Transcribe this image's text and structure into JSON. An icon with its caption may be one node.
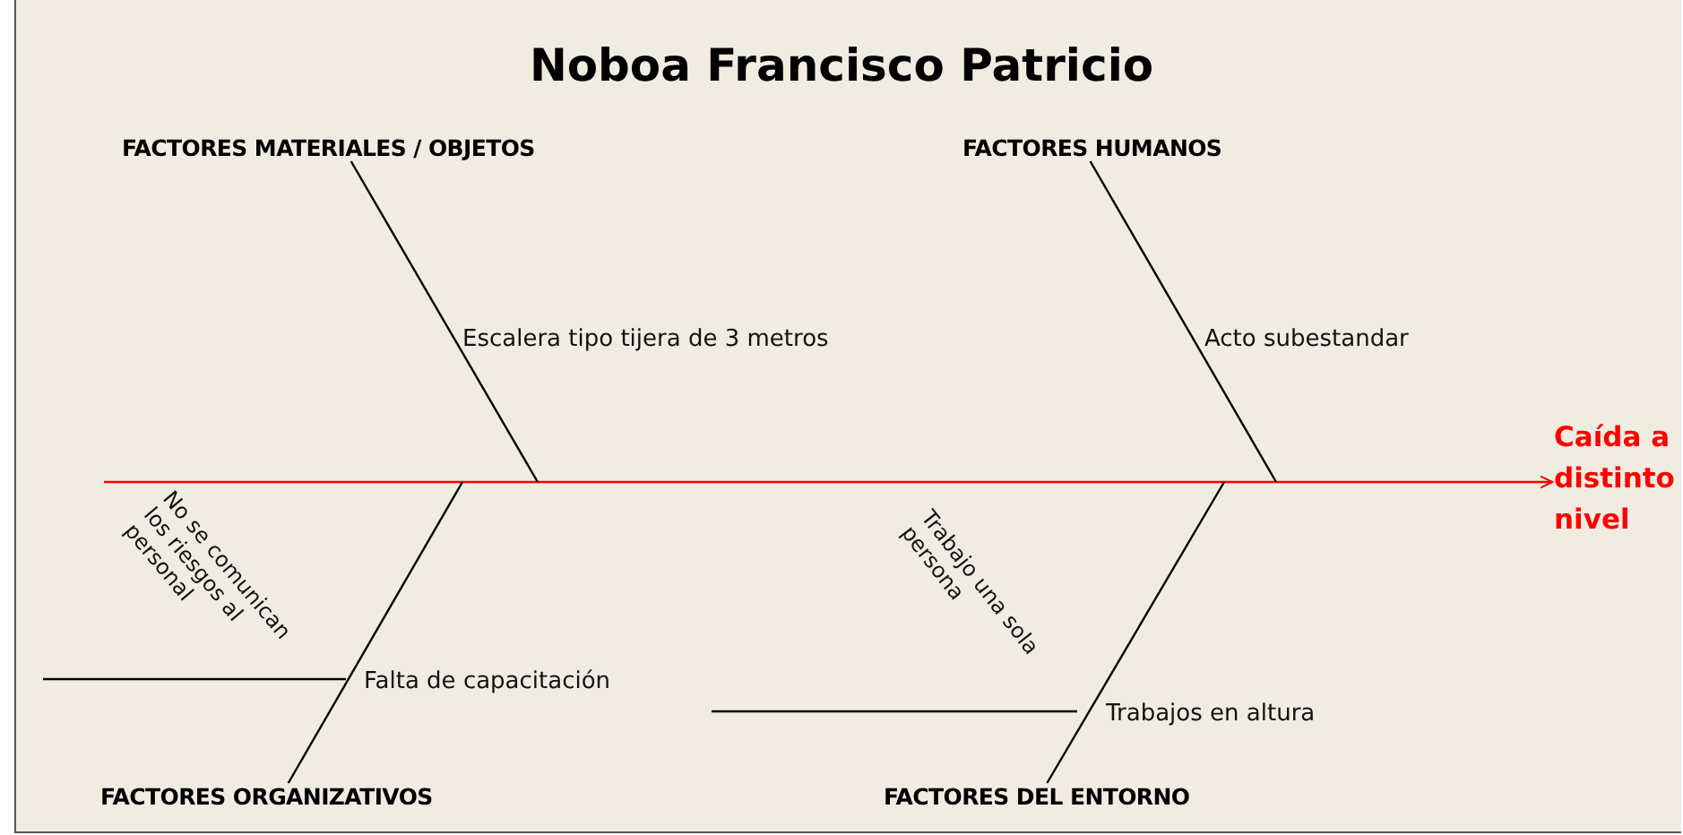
{
  "diagram": {
    "title": "Noboa Francisco Patricio",
    "nodes": [
      {
        "text": [
          "FACTORES MATERIALES / OBJETOS"
        ]
      },
      {
        "text": [
          "FACTORES HUMANOS"
        ]
      },
      {
        "text": [
          "FACTORES ORGANIZATIVOS"
        ]
      },
      {
        "text": [
          "FACTORES DEL ENTORNO"
        ]
      },
      {
        "text": [
          "Caída a distinto nivel"
        ]
      }
    ],
    "edges": [
      {
        "from": null,
        "to": 4,
        "arrow": "to",
        "color": "#ff0000"
      },
      {
        "from": 0,
        "to": null,
        "arrow": "none"
      },
      {
        "from": 1,
        "to": null,
        "arrow": "none"
      },
      {
        "from": 2,
        "to": null,
        "arrow": "none"
      },
      {
        "from": 3,
        "to": null,
        "arrow": "none"
      }
    ],
    "labels": [
      "Escalera tipo tijera de 3 metros",
      "Acto subestandar",
      "No se comunican los riesgos al personal",
      "Falta de capacitación",
      "Trabajo una sola persona",
      "Trabajos en altura"
    ]
  }
}
